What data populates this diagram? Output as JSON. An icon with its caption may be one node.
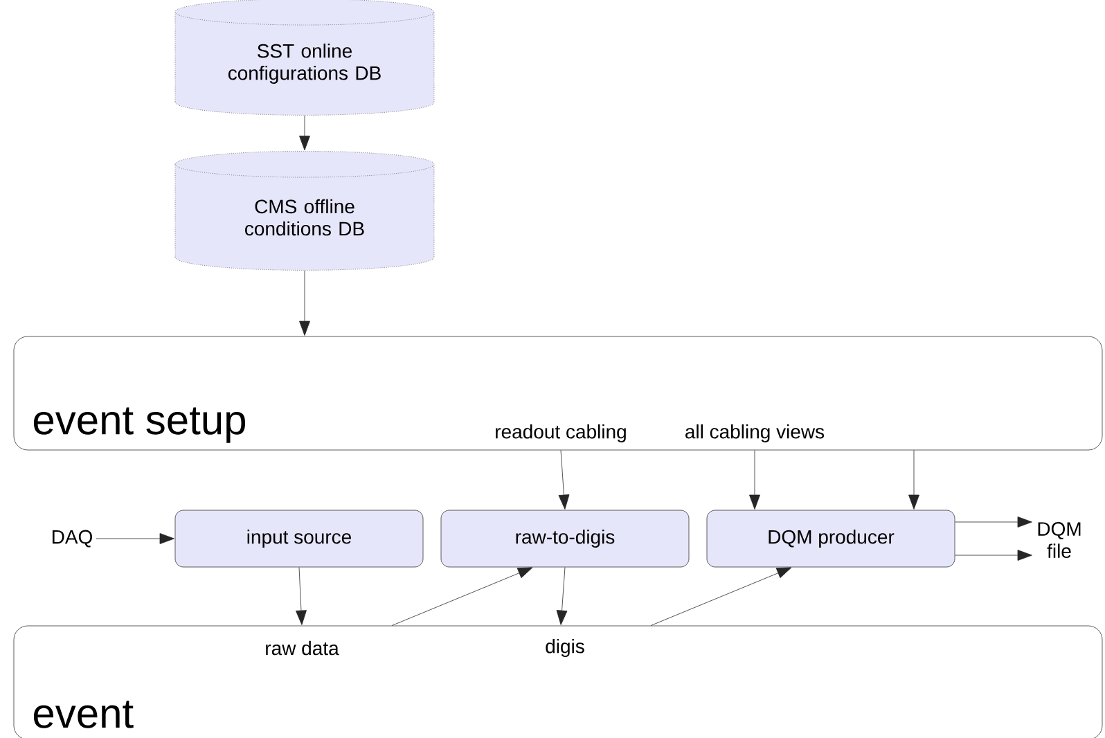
{
  "diagram": {
    "nodes": [
      {
        "text": [
          "SST online configurations DB"
        ]
      },
      {
        "text": [
          "CMS offline conditions DB"
        ]
      },
      {
        "text": [
          "event setup",
          "readout cabling",
          "all cabling views"
        ]
      },
      {
        "text": [
          "DAQ"
        ]
      },
      {
        "text": [
          "input source"
        ]
      },
      {
        "text": [
          "raw-to-digis"
        ]
      },
      {
        "text": [
          "DQM producer"
        ]
      },
      {
        "text": [
          "DQM file"
        ]
      },
      {
        "text": [
          "event",
          "raw data",
          "digis"
        ]
      }
    ],
    "edges": [
      {
        "from": 0,
        "to": 1,
        "arrow": "to"
      },
      {
        "from": 1,
        "to": 2,
        "arrow": "to"
      },
      {
        "from": 3,
        "to": 4,
        "arrow": "to"
      },
      {
        "from": 2,
        "to": 5,
        "arrow": "to"
      },
      {
        "from": 2,
        "to": 6,
        "arrow": "to"
      },
      {
        "from": 2,
        "to": 6,
        "arrow": "to"
      },
      {
        "from": 6,
        "to": 7,
        "arrow": "to"
      },
      {
        "from": 6,
        "to": 7,
        "arrow": "to"
      },
      {
        "from": 4,
        "to": 8,
        "arrow": "to"
      },
      {
        "from": 8,
        "to": 5,
        "arrow": "to"
      },
      {
        "from": 5,
        "to": 8,
        "arrow": "to"
      },
      {
        "from": 8,
        "to": 6,
        "arrow": "to"
      }
    ]
  }
}
